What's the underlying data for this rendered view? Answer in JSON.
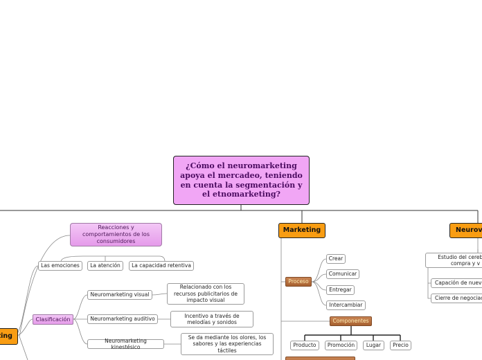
{
  "root": {
    "title": "¿Cómo el neuromarketing apoya el mercadeo, teniendo en cuenta la segmentación y el etnomarketing?"
  },
  "branches": {
    "left": {
      "label": "ting"
    },
    "marketing": {
      "label": "Marketing"
    },
    "right": {
      "label": "Neurove"
    }
  },
  "neuro_section": {
    "reactions": "Reacciones y comportamientos de los consumidores",
    "reaction_items": [
      "Las emociones",
      "La atención",
      "La capacidad retentiva"
    ],
    "classification": "Clasificación",
    "types": [
      {
        "name": "Neuromarketing visual",
        "desc": "Relacionado con los recursos publicitarios de impacto visual"
      },
      {
        "name": "Neuromarketing auditivo",
        "desc": "Incentivo a través de melodías y sonidos"
      },
      {
        "name": "Neuromarketing kinestésico",
        "desc": "Se da mediante los olores, los sabores y las experiencias táctiles"
      }
    ]
  },
  "marketing_section": {
    "process": "Proceso",
    "process_items": [
      "Crear",
      "Comunicar",
      "Entregar",
      "Intercambiar"
    ],
    "components": "Componentes",
    "component_items": [
      "Producto",
      "Promoción",
      "Lugar",
      "Precio"
    ]
  },
  "right_section": {
    "items": [
      "Estudio del cerebro a compra y v",
      "Capación de nuevo",
      "Cierre de negociac"
    ]
  }
}
